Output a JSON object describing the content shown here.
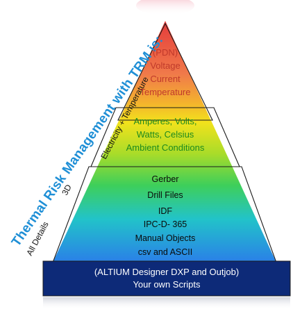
{
  "title": "Thermal Risk Management with TRM is:",
  "side_labels": {
    "all_details": "All Details",
    "three_d": "3D",
    "electricity_temperature": "Electricity + Temperature"
  },
  "pyramid": {
    "top_tier": {
      "lines": [
        "(PDN)",
        "Voltage",
        "Current",
        "Temperature"
      ],
      "text_color": "#c0392b"
    },
    "middle_tier": {
      "lines": [
        "Amperes, Volts,",
        "Watts, Celsius",
        "Ambient Conditions"
      ],
      "text_color": "#1e8a1e"
    },
    "lower_tier": {
      "lines": [
        "Gerber",
        "Drill Files",
        "IDF",
        "IPC-D- 365",
        "Manual Objects",
        "csv and ASCII"
      ],
      "text_color": "#0a0a0a"
    },
    "base": {
      "lines": [
        "(ALTIUM Designer DXP and Outjob)",
        "Your own Scripts"
      ],
      "text_color": "#ffffff",
      "fill": "#0d2a78"
    }
  },
  "colors": {
    "title": "#1f8fd6",
    "tier_border": "#1a1a1a"
  }
}
